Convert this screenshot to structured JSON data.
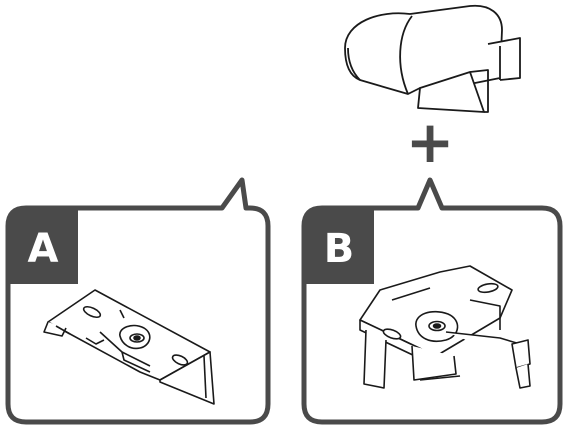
{
  "panels": [
    {
      "id": "a",
      "badge": "A"
    },
    {
      "id": "b",
      "badge": "B"
    }
  ],
  "connector": {
    "symbol": "+"
  },
  "colors": {
    "frame": "#4a4a4a",
    "badge_fill": "#4a4a4a",
    "plus": "#4a4a4a",
    "line": "#1a1a1a",
    "background": "#ffffff"
  },
  "icons": {
    "top_part": "end-cap-icon",
    "panel_a_part": "bracket-a-icon",
    "panel_b_part": "bracket-b-icon"
  }
}
